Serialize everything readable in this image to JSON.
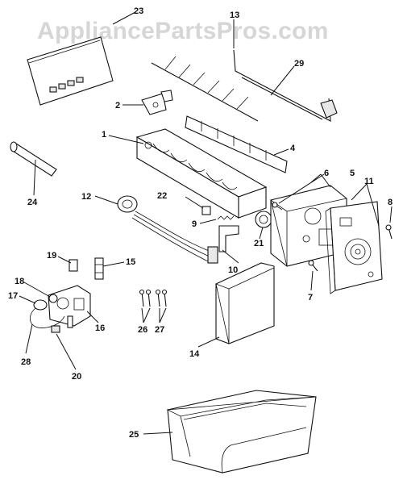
{
  "watermark": "AppliancePartsPros.com",
  "callouts": {
    "c1": "1",
    "c2": "2",
    "c4": "4",
    "c5": "5",
    "c6": "6",
    "c7": "7",
    "c8": "8",
    "c9": "9",
    "c10": "10",
    "c11": "11",
    "c12": "12",
    "c13": "13",
    "c14": "14",
    "c15": "15",
    "c16": "16",
    "c17": "17",
    "c18": "18",
    "c19": "19",
    "c20": "20",
    "c21": "21",
    "c22": "22",
    "c23": "23",
    "c24": "24",
    "c25": "25",
    "c26": "26",
    "c27": "27",
    "c28": "28",
    "c29": "29"
  }
}
